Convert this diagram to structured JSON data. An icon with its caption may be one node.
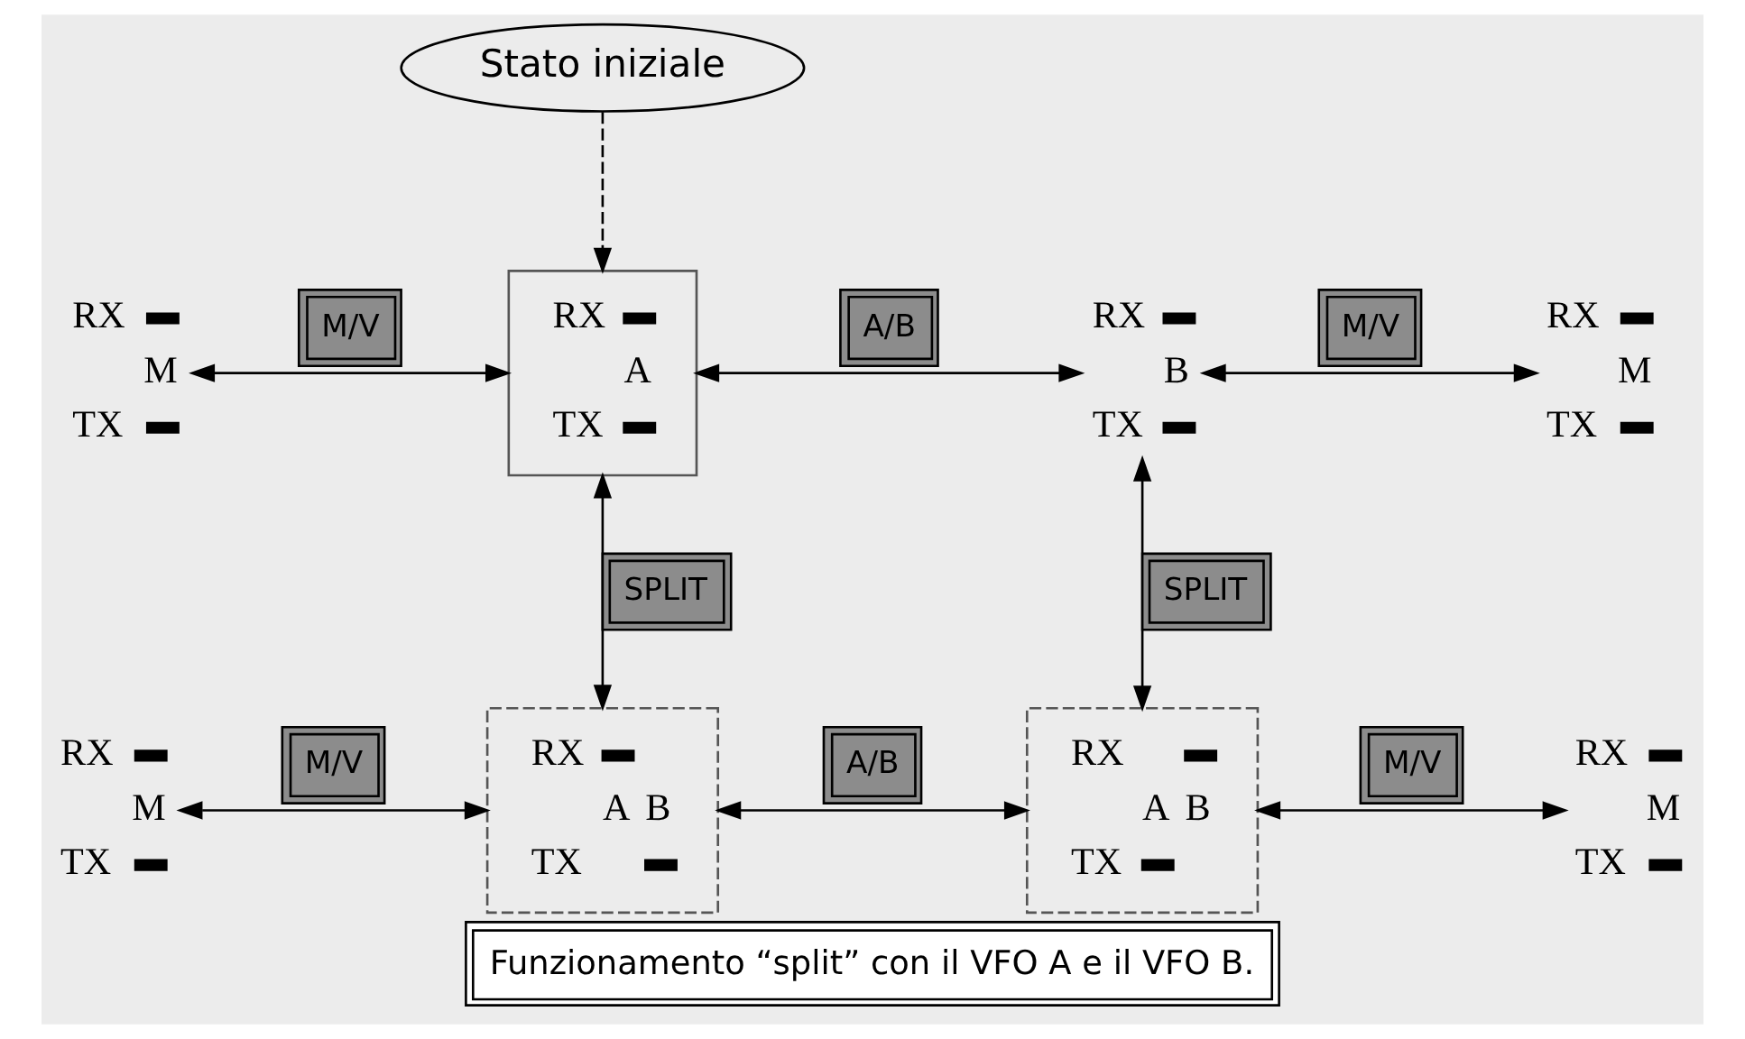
{
  "diagram": {
    "caption": "Funzionamento “split” con il VFO A e il VFO B.",
    "nodes": [
      {
        "text": [
          "Stato iniziale"
        ]
      },
      {
        "text": [
          "RX",
          "TX",
          "M"
        ]
      },
      {
        "text": [
          "RX",
          "TX",
          "A"
        ]
      },
      {
        "text": [
          "RX",
          "TX",
          "B"
        ]
      },
      {
        "text": [
          "RX",
          "TX",
          "M"
        ]
      },
      {
        "text": [
          "RX",
          "TX",
          "M"
        ]
      },
      {
        "text": [
          "RX",
          "TX",
          "A",
          "B"
        ]
      },
      {
        "text": [
          "RX",
          "TX",
          "A",
          "B"
        ]
      },
      {
        "text": [
          "RX",
          "TX",
          "M"
        ]
      }
    ],
    "edges": [
      {
        "from": 0,
        "to": 2,
        "arrow": "to",
        "style": "dashed"
      },
      {
        "from": 1,
        "to": 2,
        "arrow": "both",
        "label": "M/V"
      },
      {
        "from": 2,
        "to": 3,
        "arrow": "both",
        "label": "A/B"
      },
      {
        "from": 3,
        "to": 4,
        "arrow": "both",
        "label": "M/V"
      },
      {
        "from": 2,
        "to": 6,
        "arrow": "both",
        "label": "SPLIT"
      },
      {
        "from": 3,
        "to": 7,
        "arrow": "both",
        "label": "SPLIT"
      },
      {
        "from": 5,
        "to": 6,
        "arrow": "both",
        "label": "M/V"
      },
      {
        "from": 6,
        "to": 7,
        "arrow": "both",
        "label": "A/B"
      },
      {
        "from": 7,
        "to": 8,
        "arrow": "both",
        "label": "M/V"
      }
    ]
  }
}
